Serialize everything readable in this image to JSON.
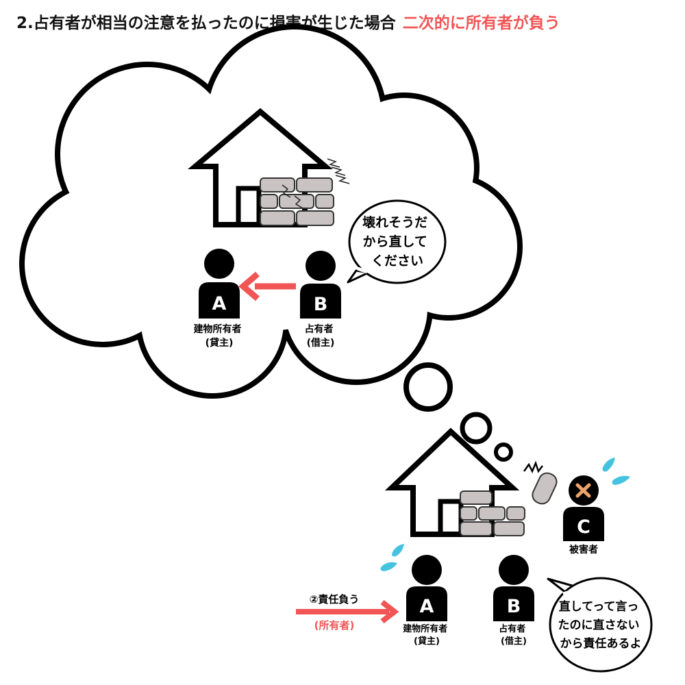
{
  "colors": {
    "accent": "#f15555",
    "ink": "#111111",
    "brick": "#c9c3c4",
    "drop": "#45c3de",
    "bandage": "#e8a46a"
  },
  "title": {
    "main": "2.占有者が相当の注意を払ったのに損害が生じた場合",
    "accent": "二次的に所有者が負う"
  },
  "bubble": {
    "speech": [
      "壊れそうだ",
      "から直して",
      "ください"
    ],
    "person_a": {
      "letter": "A",
      "label": [
        "建物所有者",
        "(貸主)"
      ]
    },
    "person_b": {
      "letter": "B",
      "label": [
        "占有者",
        "(借主)"
      ]
    }
  },
  "scene": {
    "person_a": {
      "letter": "A",
      "label": [
        "建物所有者",
        "(貸主)"
      ]
    },
    "person_b": {
      "letter": "B",
      "label": [
        "占有者",
        "(借主)"
      ]
    },
    "person_c": {
      "letter": "C",
      "label": [
        "被害者"
      ]
    },
    "arrow_label_top": "②責任負う",
    "arrow_label_bottom": "(所有者)",
    "speech": [
      "直してって言っ",
      "たのに直さない",
      "から責任あるよ"
    ]
  },
  "icons": [
    "thought-cloud",
    "house-icon",
    "brick-wall-icon",
    "crack-lines-icon",
    "person-icon",
    "arrow-icon",
    "sweat-drops-icon",
    "bandage-icon",
    "falling-brick-icon"
  ]
}
